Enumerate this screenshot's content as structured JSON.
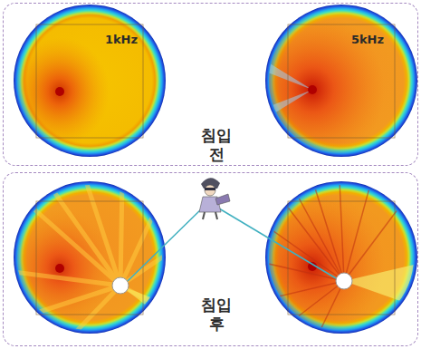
{
  "diagram": {
    "nodes": [
      {
        "text": [
          "침입 전"
        ]
      },
      {
        "text": [
          "1kHz"
        ],
        "in": 0
      },
      {
        "text": [
          "5kHz"
        ],
        "in": 0
      },
      {
        "text": [
          "침입 후"
        ]
      }
    ]
  }
}
